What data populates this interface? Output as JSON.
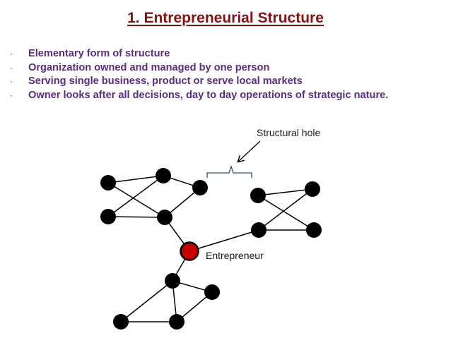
{
  "slide": {
    "title": "1. Entrepreneurial Structure",
    "bullets": [
      "Elementary form of structure",
      "Organization owned and managed by one person",
      "Serving single business, product or serve local markets",
      "Owner looks after all decisions, day to day operations of strategic nature."
    ],
    "bullet_symbol": "·"
  },
  "diagram": {
    "labels": {
      "structural_hole": "Structural hole",
      "entrepreneur": "Entrepreneur"
    },
    "colors": {
      "node": "#000000",
      "entrepreneur_fill": "#c40000",
      "edge": "#000000",
      "bracket": "#2f4f6f",
      "title": "#8b1010",
      "bullets": "#5b2c83"
    },
    "nodes": [
      {
        "id": "a1",
        "group": "cluster-a"
      },
      {
        "id": "a2",
        "group": "cluster-a"
      },
      {
        "id": "a3",
        "group": "cluster-a"
      },
      {
        "id": "a4",
        "group": "cluster-a"
      },
      {
        "id": "a5",
        "group": "cluster-a"
      },
      {
        "id": "b1",
        "group": "cluster-b"
      },
      {
        "id": "b2",
        "group": "cluster-b"
      },
      {
        "id": "b3",
        "group": "cluster-b"
      },
      {
        "id": "b4",
        "group": "cluster-b"
      },
      {
        "id": "c1",
        "group": "cluster-c"
      },
      {
        "id": "c2",
        "group": "cluster-c"
      },
      {
        "id": "c3",
        "group": "cluster-c"
      },
      {
        "id": "c4",
        "group": "cluster-c"
      },
      {
        "id": "e",
        "group": "entrepreneur"
      }
    ],
    "edges": [
      [
        "a1",
        "a2"
      ],
      [
        "a1",
        "a5"
      ],
      [
        "a2",
        "a3"
      ],
      [
        "a2",
        "a4"
      ],
      [
        "a3",
        "a5"
      ],
      [
        "a4",
        "a5"
      ],
      [
        "a5",
        "e"
      ],
      [
        "b1",
        "b2"
      ],
      [
        "b1",
        "b4"
      ],
      [
        "b2",
        "b3"
      ],
      [
        "b3",
        "b4"
      ],
      [
        "b3",
        "e"
      ],
      [
        "e",
        "c1"
      ],
      [
        "c1",
        "c2"
      ],
      [
        "c1",
        "c3"
      ],
      [
        "c1",
        "c4"
      ],
      [
        "c2",
        "c4"
      ],
      [
        "c3",
        "c4"
      ]
    ]
  }
}
